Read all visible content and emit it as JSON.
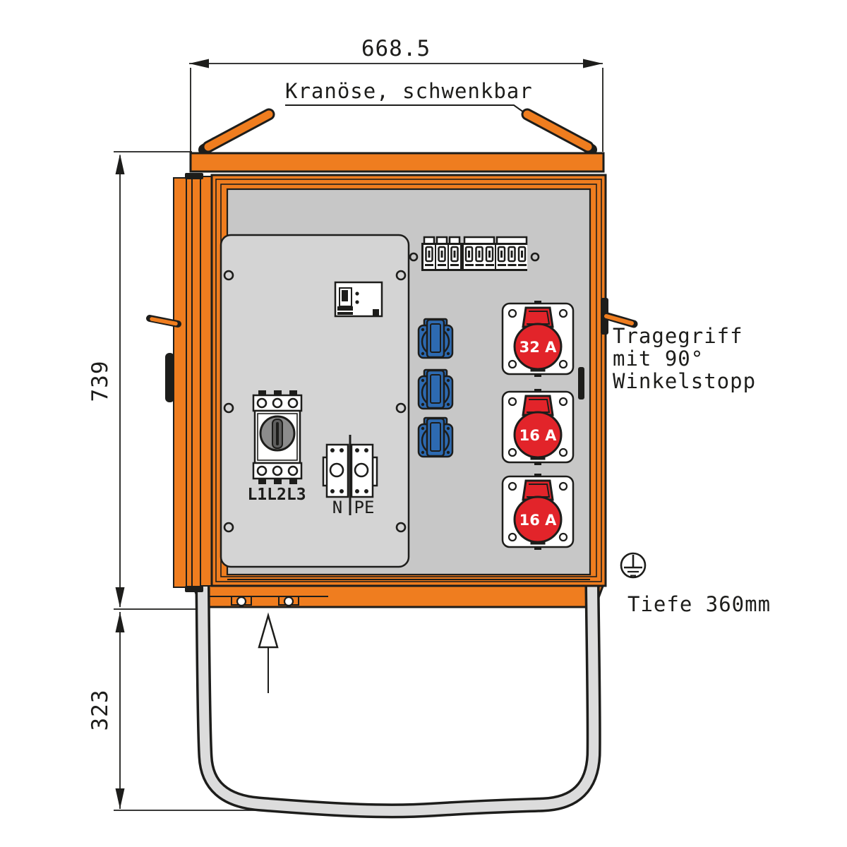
{
  "drawing": {
    "dim_width": "668.5",
    "dim_height": "739",
    "dim_stand": "323",
    "depth_note": "Tiefe 360mm",
    "crane_note": "Kranöse, schwenkbar",
    "handle_note": [
      "Tragegriff",
      "mit 90°",
      "Winkelstopp"
    ],
    "main_switch_label": "L1L2L3",
    "n_label": "N",
    "pe_label": "PE",
    "cee_sockets": [
      {
        "label": "32 A"
      },
      {
        "label": "16 A"
      },
      {
        "label": "16 A"
      }
    ]
  },
  "colors": {
    "orange": "#ef7d1f",
    "ink": "#1d1d1b",
    "red": "#e2242a",
    "blue": "#2d6ab1",
    "gray": "#c7c7c7",
    "panel": "#d4d4d4",
    "stand": "#dcdcdc",
    "knob": "#8c8c8c",
    "white": "#ffffff"
  }
}
